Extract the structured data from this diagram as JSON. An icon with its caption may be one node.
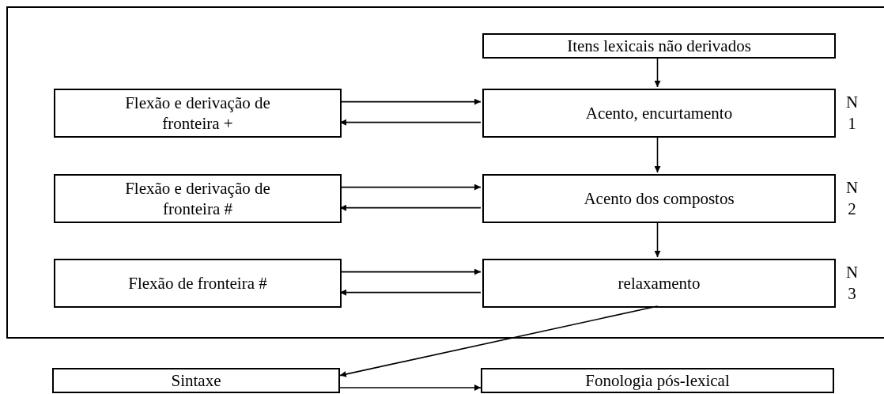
{
  "diagram": {
    "nodes": [
      {
        "text": [],
        "shape": "box"
      },
      {
        "text": [
          "Itens lexicais não derivados"
        ],
        "in": 0
      },
      {
        "text": [
          "Flexão e derivação de fronteira +"
        ],
        "in": 0
      },
      {
        "text": [
          "Acento, encurtamento"
        ],
        "in": 0,
        "beside": [
          "N 1"
        ]
      },
      {
        "text": [
          "Flexão e derivação de fronteira #"
        ],
        "in": 0
      },
      {
        "text": [
          "Acento dos compostos"
        ],
        "in": 0,
        "beside": [
          "N 2"
        ]
      },
      {
        "text": [
          "Flexão de fronteira #"
        ],
        "in": 0
      },
      {
        "text": [
          "relaxamento"
        ],
        "in": 0,
        "beside": [
          "N 3"
        ]
      },
      {
        "text": [
          "Sintaxe"
        ]
      },
      {
        "text": [
          "Fonologia pós-lexical"
        ]
      }
    ],
    "edges": [
      {
        "from": 1,
        "to": 3,
        "arrow": "to"
      },
      {
        "from": 2,
        "to": 3,
        "arrow": "to"
      },
      {
        "from": 3,
        "to": 2,
        "arrow": "to"
      },
      {
        "from": 3,
        "to": 5,
        "arrow": "to"
      },
      {
        "from": 4,
        "to": 5,
        "arrow": "to"
      },
      {
        "from": 5,
        "to": 4,
        "arrow": "to"
      },
      {
        "from": 5,
        "to": 7,
        "arrow": "to"
      },
      {
        "from": 6,
        "to": 7,
        "arrow": "to"
      },
      {
        "from": 7,
        "to": 6,
        "arrow": "to"
      },
      {
        "from": 7,
        "to": 8,
        "arrow": "to"
      },
      {
        "from": 8,
        "to": 9,
        "arrow": "to"
      }
    ]
  }
}
